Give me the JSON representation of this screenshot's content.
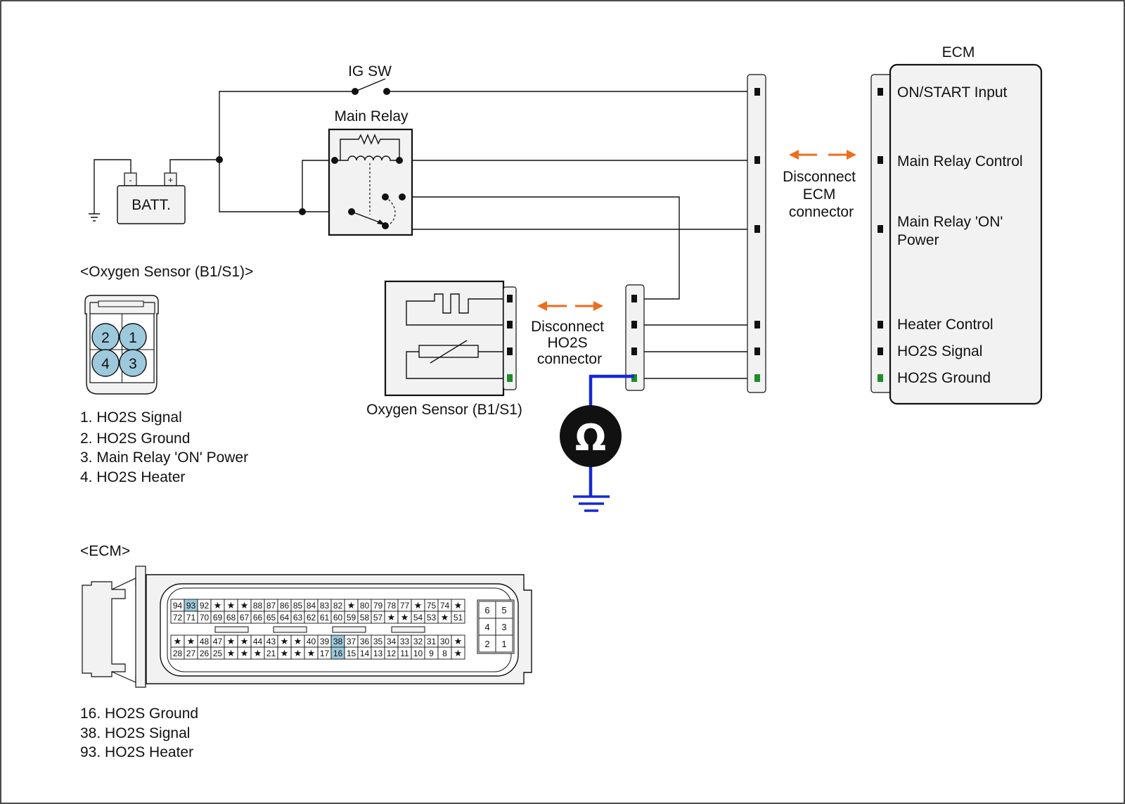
{
  "colors": {
    "ground_green": "#1e8c2a",
    "ho2s_wire_blue": "#1428d8",
    "arrow_orange": "#ef6c1c",
    "pin_highlight": "#9cc9dc",
    "connector_fill": "#f2f2f2"
  },
  "labels": {
    "ig_sw": "IG SW",
    "main_relay": "Main Relay",
    "batt": "BATT.",
    "batt_minus": "-",
    "batt_plus": "+",
    "ecm_title": "ECM",
    "disconnect_ecm": [
      "Disconnect",
      "ECM",
      "connector"
    ],
    "disconnect_ho2s": [
      "Disconnect",
      "HO2S",
      "connector"
    ],
    "oxygen_sensor": "Oxygen Sensor (B1/S1)",
    "ohm_symbol": "Ω"
  },
  "ecm_pins": [
    {
      "label": "ON/START Input"
    },
    {
      "label": "Main Relay Control"
    },
    {
      "label": [
        "Main Relay 'ON'",
        "Power"
      ]
    },
    {
      "label": "Heater Control"
    },
    {
      "label": "HO2S  Signal"
    },
    {
      "label": "HO2S  Ground",
      "highlight": "ground_green"
    }
  ],
  "sensor_connector": {
    "title": "<Oxygen Sensor (B1/S1)>",
    "pin_numbers": [
      "2",
      "1",
      "4",
      "3"
    ],
    "legend": [
      {
        "text": "1. HO2S Signal"
      },
      {
        "text": "2. HO2S Ground",
        "highlight": "ground_green"
      },
      {
        "text": "3. Main Relay 'ON' Power"
      },
      {
        "text": "4. HO2S Heater"
      }
    ]
  },
  "ecm_connector": {
    "title": "<ECM>",
    "block_a_rows": [
      [
        "94",
        "93",
        "92",
        "★",
        "★",
        "★",
        "88",
        "87",
        "86",
        "85",
        "84",
        "83",
        "82",
        "★",
        "80",
        "79",
        "78",
        "77",
        "★",
        "75",
        "74",
        "★"
      ],
      [
        "72",
        "71",
        "70",
        "69",
        "68",
        "67",
        "66",
        "65",
        "64",
        "63",
        "62",
        "61",
        "60",
        "59",
        "58",
        "57",
        "★",
        "★",
        "54",
        "53",
        "★",
        "51"
      ],
      [
        "★",
        "★",
        "48",
        "47",
        "★",
        "★",
        "44",
        "43",
        "★",
        "★",
        "40",
        "39",
        "38",
        "37",
        "36",
        "35",
        "34",
        "33",
        "32",
        "31",
        "30",
        "★"
      ],
      [
        "28",
        "27",
        "26",
        "25",
        "★",
        "★",
        "★",
        "21",
        "★",
        "★",
        "★",
        "17",
        "16",
        "15",
        "14",
        "13",
        "12",
        "11",
        "10",
        "9",
        "8",
        "★"
      ]
    ],
    "highlighted_pins": [
      "93",
      "38",
      "16"
    ],
    "block_b_rows": [
      [
        "6",
        "5"
      ],
      [
        "4",
        "3"
      ],
      [
        "2",
        "1"
      ]
    ],
    "legend": [
      {
        "text": "16. HO2S Ground",
        "highlight": "ground_green"
      },
      {
        "text": "38. HO2S Signal"
      },
      {
        "text": "93. HO2S Heater"
      }
    ]
  }
}
